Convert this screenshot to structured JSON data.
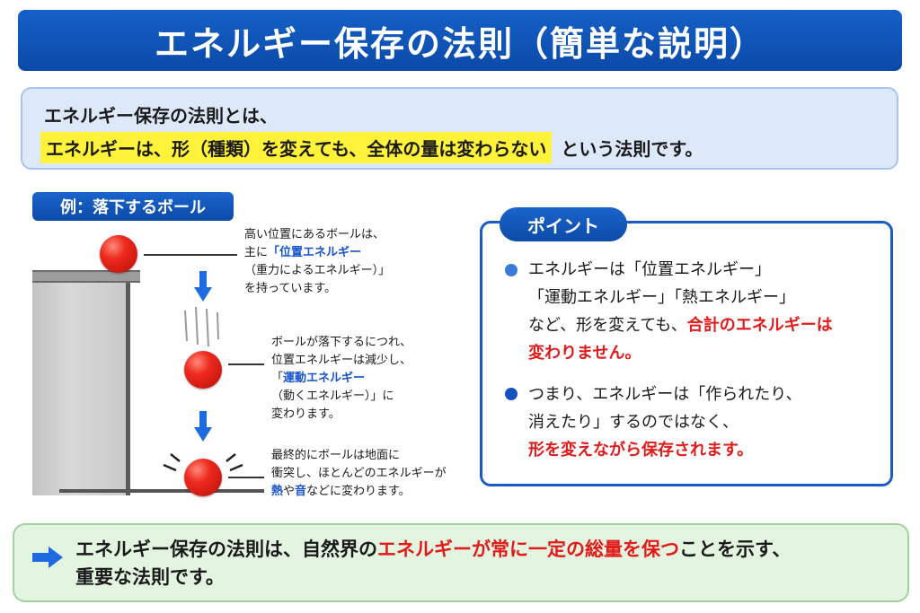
{
  "title": "エネルギー保存の法則（簡単な説明）",
  "intro": {
    "line1": "エネルギー保存の法則とは、",
    "highlight": "エネルギーは、形（種類）を変えても、全体の量は変わらない",
    "suffix": "という法則です。"
  },
  "example": {
    "label": "例：落下するボール",
    "caption1": {
      "l1": "高い位置にあるボールは、",
      "l2a": "主に",
      "l2b": "「位置エネルギー",
      "l3": "（重力によるエネルギー）」",
      "l4": "を持っています。"
    },
    "caption2": {
      "l1": "ボールが落下するにつれ、",
      "l2": "位置エネルギーは減少し、",
      "l3a": "「",
      "l3b": "運動エネルギー",
      "l4": "（動くエネルギー）」に",
      "l5": "変わります。"
    },
    "caption3": {
      "l1": "最終的にボールは地面に",
      "l2": "衝突し、ほとんどのエネルギーが",
      "l3a": "熱",
      "l3b": "や",
      "l3c": "音",
      "l3d": "などに変わります。"
    }
  },
  "point": {
    "tag": "ポイント",
    "b1": {
      "l1": "エネルギーは「位置エネルギー」",
      "l2": "「運動エネルギー」「熱エネルギー」",
      "l3a": "など、形を変えても、",
      "l3b": "合計のエネルギーは",
      "l4": "変わりません。"
    },
    "b2": {
      "l1": "つまり、エネルギーは「作られたり、",
      "l2": "消えたり」するのではなく、",
      "l3": "形を変えながら保存されます。"
    }
  },
  "summary": {
    "a": "エネルギー保存の法則は、自然界の",
    "b": "エネルギーが常に一定の総量を保つ",
    "c": "ことを示す、",
    "d": "重要な法則です。"
  },
  "colors": {
    "title_bg": "#0b4aa8",
    "highlight": "#fff23a",
    "accent_blue": "#1752cf",
    "accent_red": "#e11a1a",
    "summary_bg": "#e3f4e0"
  },
  "icons": [
    "down-arrow-icon",
    "right-arrow-icon",
    "bullet-dot-icon"
  ]
}
